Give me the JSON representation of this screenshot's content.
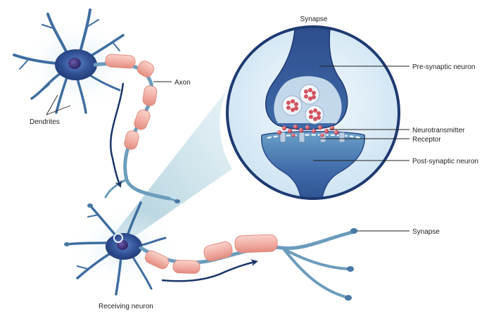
{
  "labels": {
    "synapse_top": "Synapse",
    "axon": "Axon",
    "dendrites": "Dendrites",
    "pre_synaptic": "Pre-synaptic neuron",
    "neurotransmitter": "Neurotransmitter",
    "receptor": "Receptor",
    "post_synaptic": "Post-synaptic neuron",
    "synapse_right": "Synapse",
    "receiving_neuron": "Receiving neuron"
  },
  "colors": {
    "neuron_body": "#2f4f92",
    "dendrite": "#3e6da0",
    "axon_fiber": "#6b9cbc",
    "myelin": "#f2b3a8",
    "myelin_edge": "#e08c80",
    "vesicle": "#d3525f",
    "magnifier_bg": "#d9ebf7",
    "arrow": "#1a3568"
  }
}
